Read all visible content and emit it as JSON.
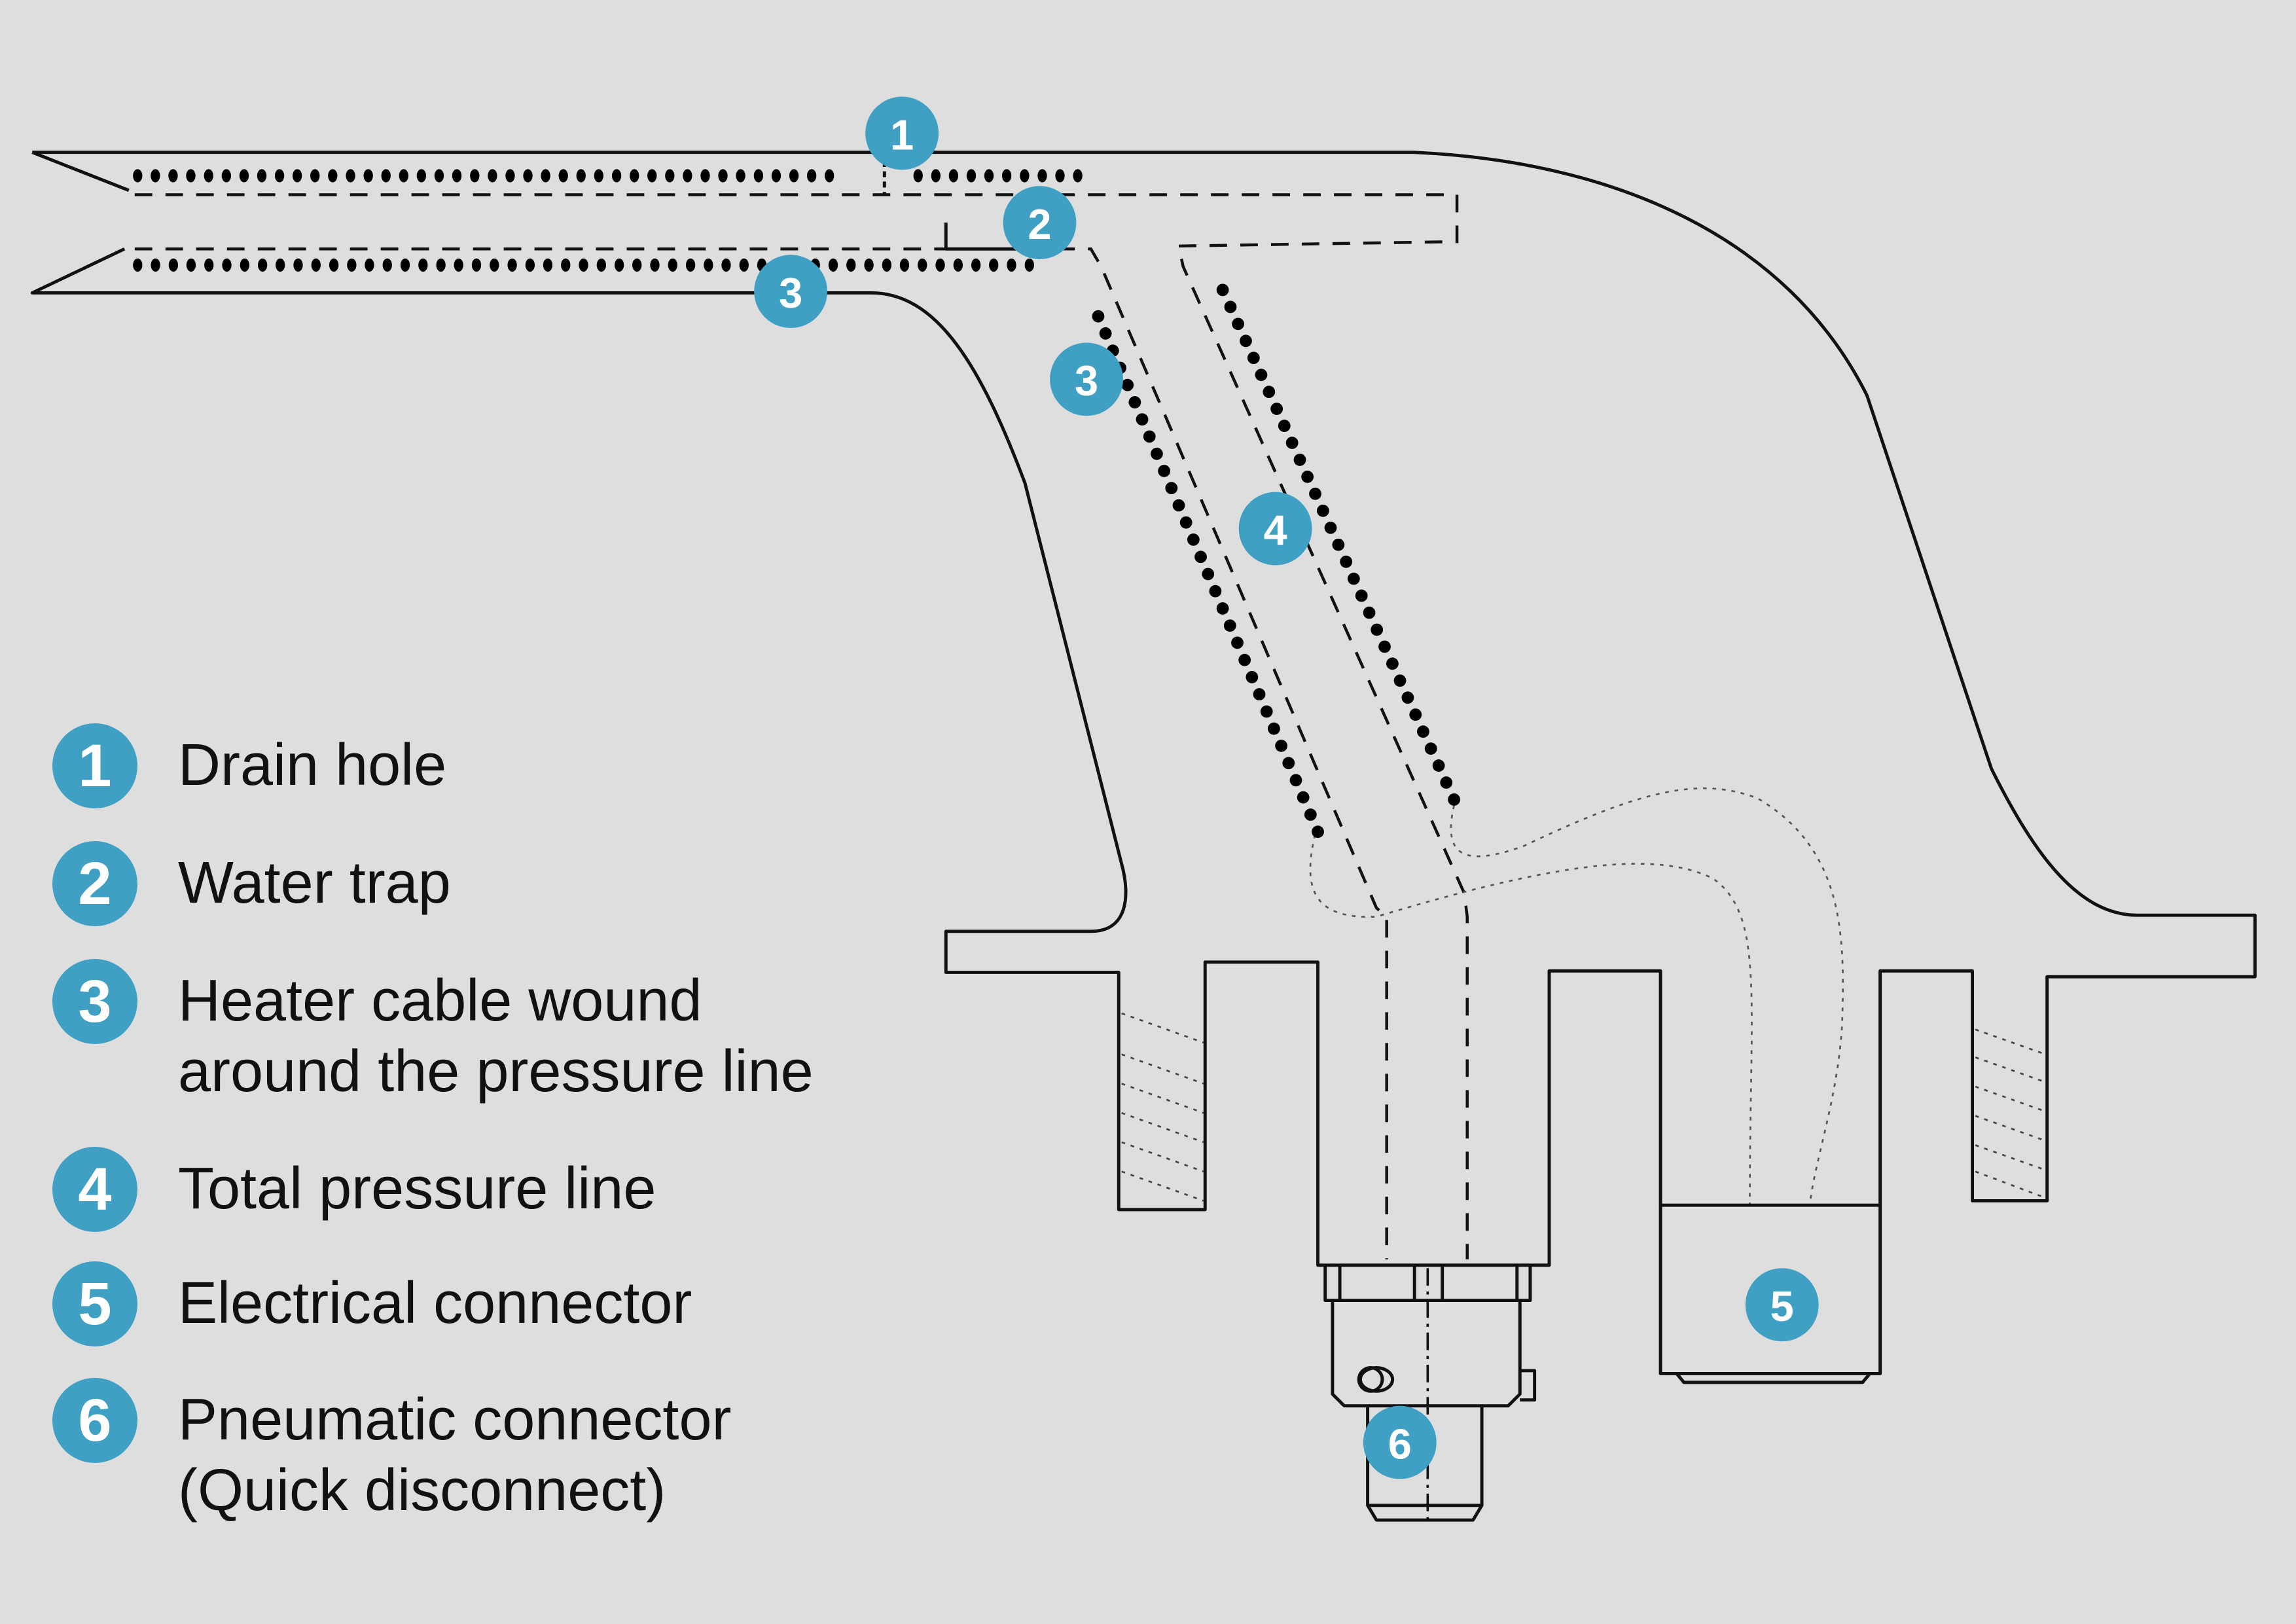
{
  "diagram": {
    "accent_color": "#3fa0c4",
    "background_color": "#dedede",
    "callouts": [
      {
        "id": "callout-1",
        "label": "1",
        "refers_to": "Drain hole"
      },
      {
        "id": "callout-2",
        "label": "2",
        "refers_to": "Water trap"
      },
      {
        "id": "callout-3a",
        "label": "3",
        "refers_to": "Heater cable wound around the pressure line"
      },
      {
        "id": "callout-3b",
        "label": "3",
        "refers_to": "Heater cable wound around the pressure line"
      },
      {
        "id": "callout-4",
        "label": "4",
        "refers_to": "Total pressure line"
      },
      {
        "id": "callout-5",
        "label": "5",
        "refers_to": "Electrical connector"
      },
      {
        "id": "callout-6",
        "label": "6",
        "refers_to": "Pneumatic connector (Quick disconnect)"
      }
    ]
  },
  "legend": {
    "items": [
      {
        "number": "1",
        "text": "Drain hole"
      },
      {
        "number": "2",
        "text": "Water trap"
      },
      {
        "number": "3",
        "text": "Heater cable wound\naround the pressure line"
      },
      {
        "number": "4",
        "text": "Total pressure line"
      },
      {
        "number": "5",
        "text": "Electrical connector"
      },
      {
        "number": "6",
        "text": "Pneumatic connector\n(Quick disconnect)"
      }
    ]
  }
}
